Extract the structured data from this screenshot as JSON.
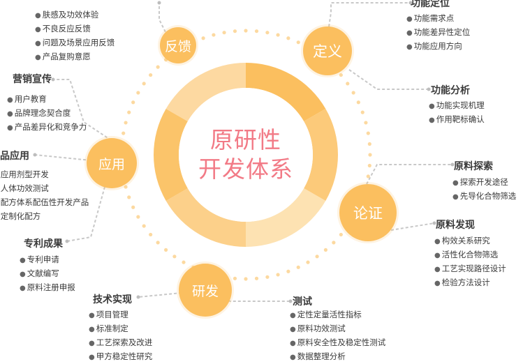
{
  "center": {
    "line1": "原研性",
    "line2": "开发体系"
  },
  "nodes": {
    "feedback": "反馈",
    "definition": "定义",
    "application": "应用",
    "argument": "论证",
    "development": "研发"
  },
  "sections": {
    "feedback_items": [
      "肤感及功效体验",
      "不良反应反馈",
      "问题及场景应用反馈",
      "产品复购意愿"
    ],
    "func_def": {
      "title": "功能定位",
      "items": [
        "功能需求点",
        "功能差异性定位",
        "功能应用方向"
      ]
    },
    "func_analysis": {
      "title": "功能分析",
      "items": [
        "功能实现机理",
        "作用靶标确认"
      ]
    },
    "marketing": {
      "title": "营销宣传",
      "items": [
        "用户教育",
        "品牌理念契合度",
        "产品差异化和竞争力"
      ]
    },
    "product_app": {
      "title": "产品应用",
      "items": [
        "应用剂型开发",
        "人体功效测试",
        "配方体系配伍性开发产品",
        "定制化配方"
      ]
    },
    "raw_explore": {
      "title": "原料探索",
      "items": [
        "探索开发途径",
        "先导化合物筛选"
      ]
    },
    "raw_discover": {
      "title": "原料发现",
      "items": [
        "构效关系研究",
        "活性化合物筛选",
        "工艺实现路径设计",
        "检验方法设计"
      ]
    },
    "patent": {
      "title": "专利成果",
      "items": [
        "专利申请",
        "文献编写",
        "原料注册申报"
      ]
    },
    "tech": {
      "title": "技术实现",
      "items": [
        "项目管理",
        "标准制定",
        "工艺探索及改进",
        "甲方稳定性研究"
      ]
    },
    "test": {
      "title": "测试",
      "items": [
        "定性定量活性指标",
        "原料功效测试",
        "原料安全性及稳定性测试",
        "数据整理分析"
      ]
    }
  },
  "colors": {
    "accent": "#fbbf5f",
    "ring_light": "#fde2b2",
    "title": "#f27a86",
    "dots": "#fcd9a0"
  }
}
